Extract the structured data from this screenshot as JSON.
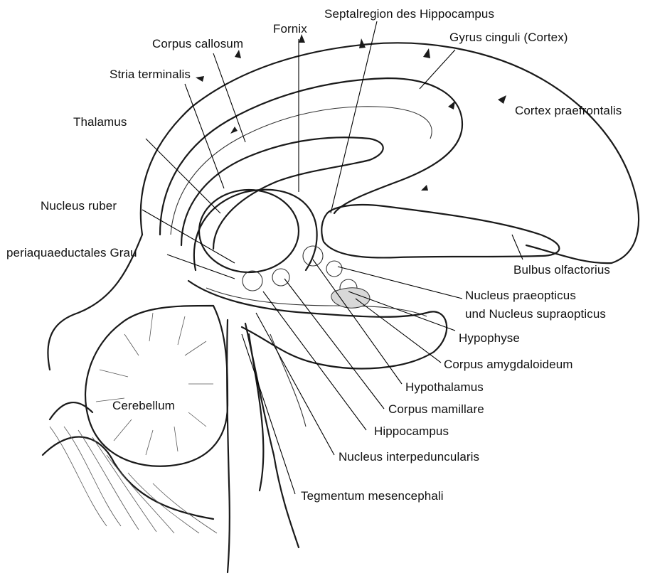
{
  "labels": {
    "septalregion": "Septalregion des Hippocampus",
    "fornix": "Fornix",
    "gyrus_cinguli": "Gyrus cinguli (Cortex)",
    "corpus_callosum": "Corpus callosum",
    "stria_terminalis": "Stria terminalis",
    "cortex_praefrontalis": "Cortex praefrontalis",
    "thalamus": "Thalamus",
    "nucleus_ruber": "Nucleus ruber",
    "periaquaeductales_grau": "periaquaeductales Grau",
    "bulbus_olfactorius": "Bulbus olfactorius",
    "nucleus_praeopticus": "Nucleus praeopticus",
    "nucleus_supraopticus": "und Nucleus supraopticus",
    "hypophyse": "Hypophyse",
    "corpus_amygdaloideum": "Corpus amygdaloideum",
    "hypothalamus": "Hypothalamus",
    "cerebellum": "Cerebellum",
    "corpus_mamillare": "Corpus mamillare",
    "hippocampus": "Hippocampus",
    "nucleus_interpeduncularis": "Nucleus interpeduncularis",
    "tegmentum_mesencephali": "Tegmentum mesencephali"
  }
}
